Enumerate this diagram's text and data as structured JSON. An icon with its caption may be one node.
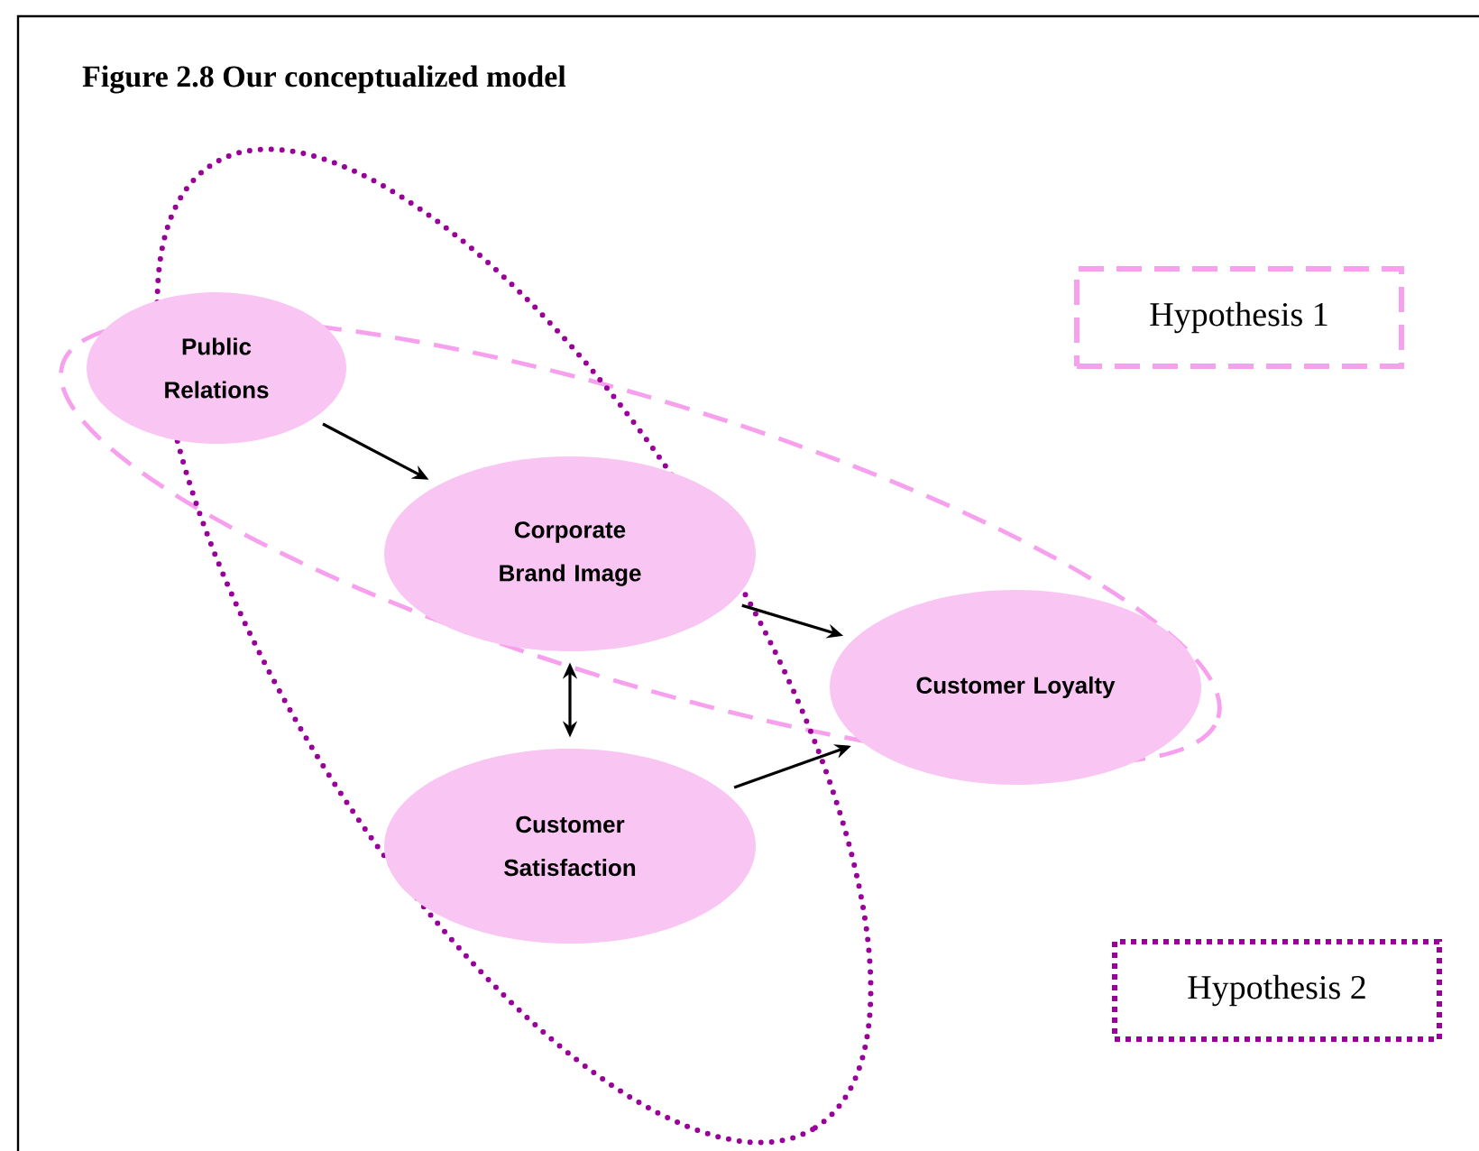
{
  "diagram": {
    "title": "Figure 2.8 Our conceptualized model",
    "nodes": [
      {
        "text": [
          "Public Relations"
        ]
      },
      {
        "text": [
          "Corporate Brand Image"
        ]
      },
      {
        "text": [
          "Customer Satisfaction"
        ]
      },
      {
        "text": [
          "Customer Loyalty"
        ]
      },
      {
        "text": [
          "Hypothesis 1"
        ]
      },
      {
        "text": [
          "Hypothesis 2"
        ]
      }
    ],
    "edges": [
      {
        "from": 0,
        "to": 1,
        "arrow": "to"
      },
      {
        "from": 1,
        "to": 3,
        "arrow": "to"
      },
      {
        "from": 2,
        "to": 3,
        "arrow": "to"
      },
      {
        "from": 1,
        "to": 2,
        "arrow": "both"
      }
    ]
  }
}
